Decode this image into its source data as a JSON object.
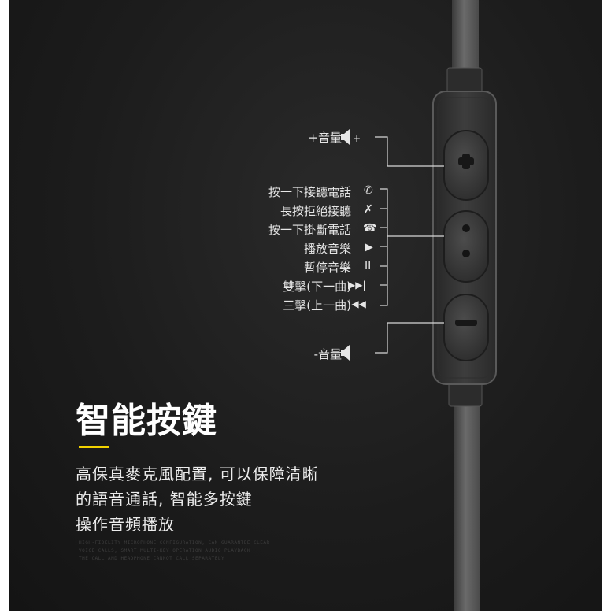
{
  "controls": {
    "vol_up": {
      "label": "+音量",
      "icon": "speaker-plus-icon"
    },
    "middle": [
      {
        "label": "按一下接聽電話",
        "icon": "phone-answer-icon",
        "glyph": "✆"
      },
      {
        "label": "長按拒絕接聽",
        "icon": "phone-reject-icon",
        "glyph": "✗"
      },
      {
        "label": "按一下掛斷電話",
        "icon": "phone-hangup-icon",
        "glyph": "☎"
      },
      {
        "label": "播放音樂",
        "icon": "play-icon",
        "glyph": "▶"
      },
      {
        "label": "暫停音樂",
        "icon": "pause-icon",
        "glyph": "II"
      },
      {
        "label": "雙擊(下一曲)",
        "icon": "next-track-icon",
        "glyph": "▶▶|"
      },
      {
        "label": "三擊(上一曲)",
        "icon": "prev-track-icon",
        "glyph": "|◀◀"
      }
    ],
    "vol_down": {
      "label": "-音量",
      "icon": "speaker-minus-icon"
    }
  },
  "heading": "智能按鍵",
  "accent_color": "#f2d200",
  "description": [
    "高保真麥克風配置, 可以保障清晰",
    "的語音通話, 智能多按鍵",
    "操作音頻播放"
  ],
  "fine_print": [
    "HIGH-FIDELITY MICROPHONE CONFIGURATION, CAN GUARANTEE CLEAR",
    "VOICE CALLS, SMART MULTI-KEY OPERATION AUDIO PLAYBACK",
    "THE CALL AND HEADPHONE CANNOT CALL SEPARATELY"
  ]
}
